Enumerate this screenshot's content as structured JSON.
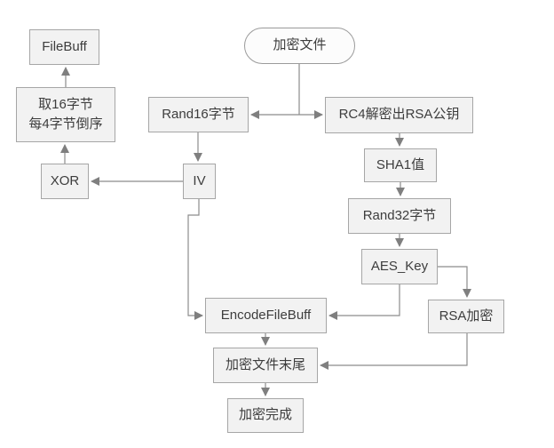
{
  "diagram": {
    "type": "flowchart",
    "topic": "file-encryption-process",
    "nodes": {
      "start": {
        "label": "加密文件",
        "shape": "rounded"
      },
      "filebuff": {
        "label": "FileBuff",
        "shape": "rect"
      },
      "take16": {
        "line1": "取16字节",
        "line2": "每4字节倒序",
        "shape": "rect"
      },
      "xor": {
        "label": "XOR",
        "shape": "rect"
      },
      "rand16": {
        "label": "Rand16字节",
        "shape": "rect"
      },
      "iv": {
        "label": "IV",
        "shape": "rect"
      },
      "rc4": {
        "label": "RC4解密出RSA公钥",
        "shape": "rect"
      },
      "sha1": {
        "label": "SHA1值",
        "shape": "rect"
      },
      "rand32": {
        "label": "Rand32字节",
        "shape": "rect"
      },
      "aes_key": {
        "label": "AES_Key",
        "shape": "rect"
      },
      "rsa_encrypt": {
        "label": "RSA加密",
        "shape": "rect"
      },
      "encode_filebuff": {
        "label": "EncodeFileBuff",
        "shape": "rect"
      },
      "append_tail": {
        "label": "加密文件末尾",
        "shape": "rect"
      },
      "done": {
        "label": "加密完成",
        "shape": "rect"
      }
    },
    "edges": [
      {
        "from": "start",
        "to": "rand16"
      },
      {
        "from": "start",
        "to": "rc4"
      },
      {
        "from": "rand16",
        "to": "iv"
      },
      {
        "from": "iv",
        "to": "xor"
      },
      {
        "from": "xor",
        "to": "take16"
      },
      {
        "from": "take16",
        "to": "filebuff"
      },
      {
        "from": "rc4",
        "to": "sha1"
      },
      {
        "from": "sha1",
        "to": "rand32"
      },
      {
        "from": "rand32",
        "to": "aes_key"
      },
      {
        "from": "aes_key",
        "to": "rsa_encrypt"
      },
      {
        "from": "aes_key",
        "to": "encode_filebuff"
      },
      {
        "from": "iv",
        "to": "encode_filebuff"
      },
      {
        "from": "encode_filebuff",
        "to": "append_tail"
      },
      {
        "from": "rsa_encrypt",
        "to": "append_tail"
      },
      {
        "from": "append_tail",
        "to": "done"
      }
    ],
    "colors": {
      "background": "#ffffff",
      "node_fill": "#f2f2f2",
      "start_fill": "#fcfcfc",
      "node_border": "#a6a6a6",
      "connector": "#8c8c8c",
      "arrowhead": "#7f7f7f",
      "text": "#3d3d3d"
    }
  }
}
